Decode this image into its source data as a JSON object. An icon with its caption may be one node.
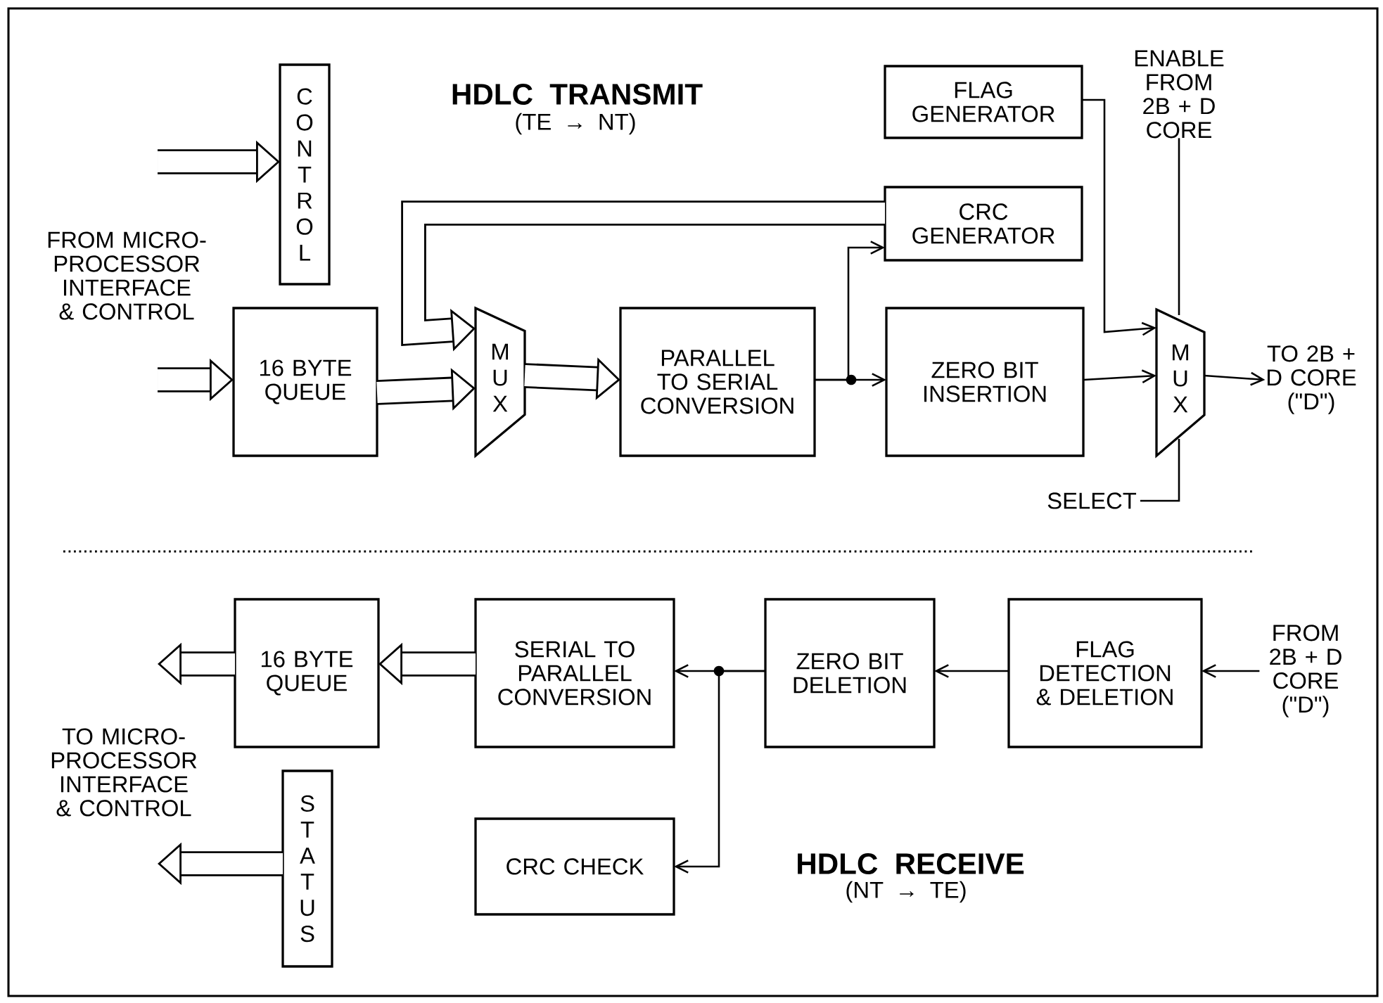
{
  "diagram": {
    "nodes": [
      {
        "text": [
          "CONTROL"
        ]
      },
      {
        "text": [
          "16 BYTE QUEUE"
        ]
      },
      {
        "text": [
          "MUX"
        ]
      },
      {
        "text": [
          "PARALLEL TO SERIAL CONVERSION"
        ]
      },
      {
        "text": [
          "FLAG GENERATOR"
        ]
      },
      {
        "text": [
          "CRC GENERATOR"
        ]
      },
      {
        "text": [
          "ZERO BIT INSERTION"
        ]
      },
      {
        "text": [
          "MUX"
        ]
      },
      {
        "text": [
          "ENABLE FROM 2B + D CORE"
        ]
      },
      {
        "text": [
          "TO 2B + D CORE (\"D\")"
        ]
      },
      {
        "text": [
          "SELECT"
        ]
      },
      {
        "text": [
          "16 BYTE QUEUE"
        ]
      },
      {
        "text": [
          "SERIAL TO PARALLEL CONVERSION"
        ]
      },
      {
        "text": [
          "ZERO BIT DELETION"
        ]
      },
      {
        "text": [
          "FLAG DETECTION & DELETION"
        ]
      },
      {
        "text": [
          "FROM 2B + D CORE (\"D\")"
        ]
      },
      {
        "text": [
          "STATUS"
        ]
      },
      {
        "text": [
          "CRC CHECK"
        ]
      }
    ],
    "edges": [
      {
        "from": null,
        "to": 0,
        "arrow": "to",
        "style": "thick"
      },
      {
        "from": null,
        "to": 1,
        "arrow": "to",
        "style": "thick"
      },
      {
        "from": 1,
        "to": 2,
        "arrow": "to",
        "style": "thick"
      },
      {
        "from": 5,
        "to": 2,
        "arrow": "to",
        "style": "thick"
      },
      {
        "from": 2,
        "to": 3,
        "arrow": "to",
        "style": "thick"
      },
      {
        "from": 3,
        "to": 6,
        "arrow": "to"
      },
      {
        "from": 3,
        "to": 5,
        "arrow": "to"
      },
      {
        "from": 4,
        "to": 7,
        "arrow": "to"
      },
      {
        "from": 6,
        "to": 7,
        "arrow": "to"
      },
      {
        "from": 8,
        "to": 7,
        "arrow": "none"
      },
      {
        "from": 10,
        "to": 7,
        "arrow": "none"
      },
      {
        "from": 7,
        "to": 9,
        "arrow": "to"
      },
      {
        "from": 15,
        "to": 14,
        "arrow": "to"
      },
      {
        "from": 14,
        "to": 13,
        "arrow": "to"
      },
      {
        "from": 13,
        "to": 12,
        "arrow": "to"
      },
      {
        "from": 13,
        "to": 17,
        "arrow": "to"
      },
      {
        "from": 12,
        "to": 11,
        "arrow": "to",
        "style": "thick"
      },
      {
        "from": 11,
        "to": null,
        "arrow": "to",
        "style": "thick"
      },
      {
        "from": 16,
        "to": null,
        "arrow": "to",
        "style": "thick"
      }
    ],
    "labels": [
      "HDLC TRANSMIT",
      "(TE → NT)",
      "FROM MICRO- PROCESSOR INTERFACE & CONTROL",
      "TO MICRO- PROCESSOR INTERFACE & CONTROL",
      "HDLC RECEIVE",
      "(NT → TE)"
    ]
  }
}
